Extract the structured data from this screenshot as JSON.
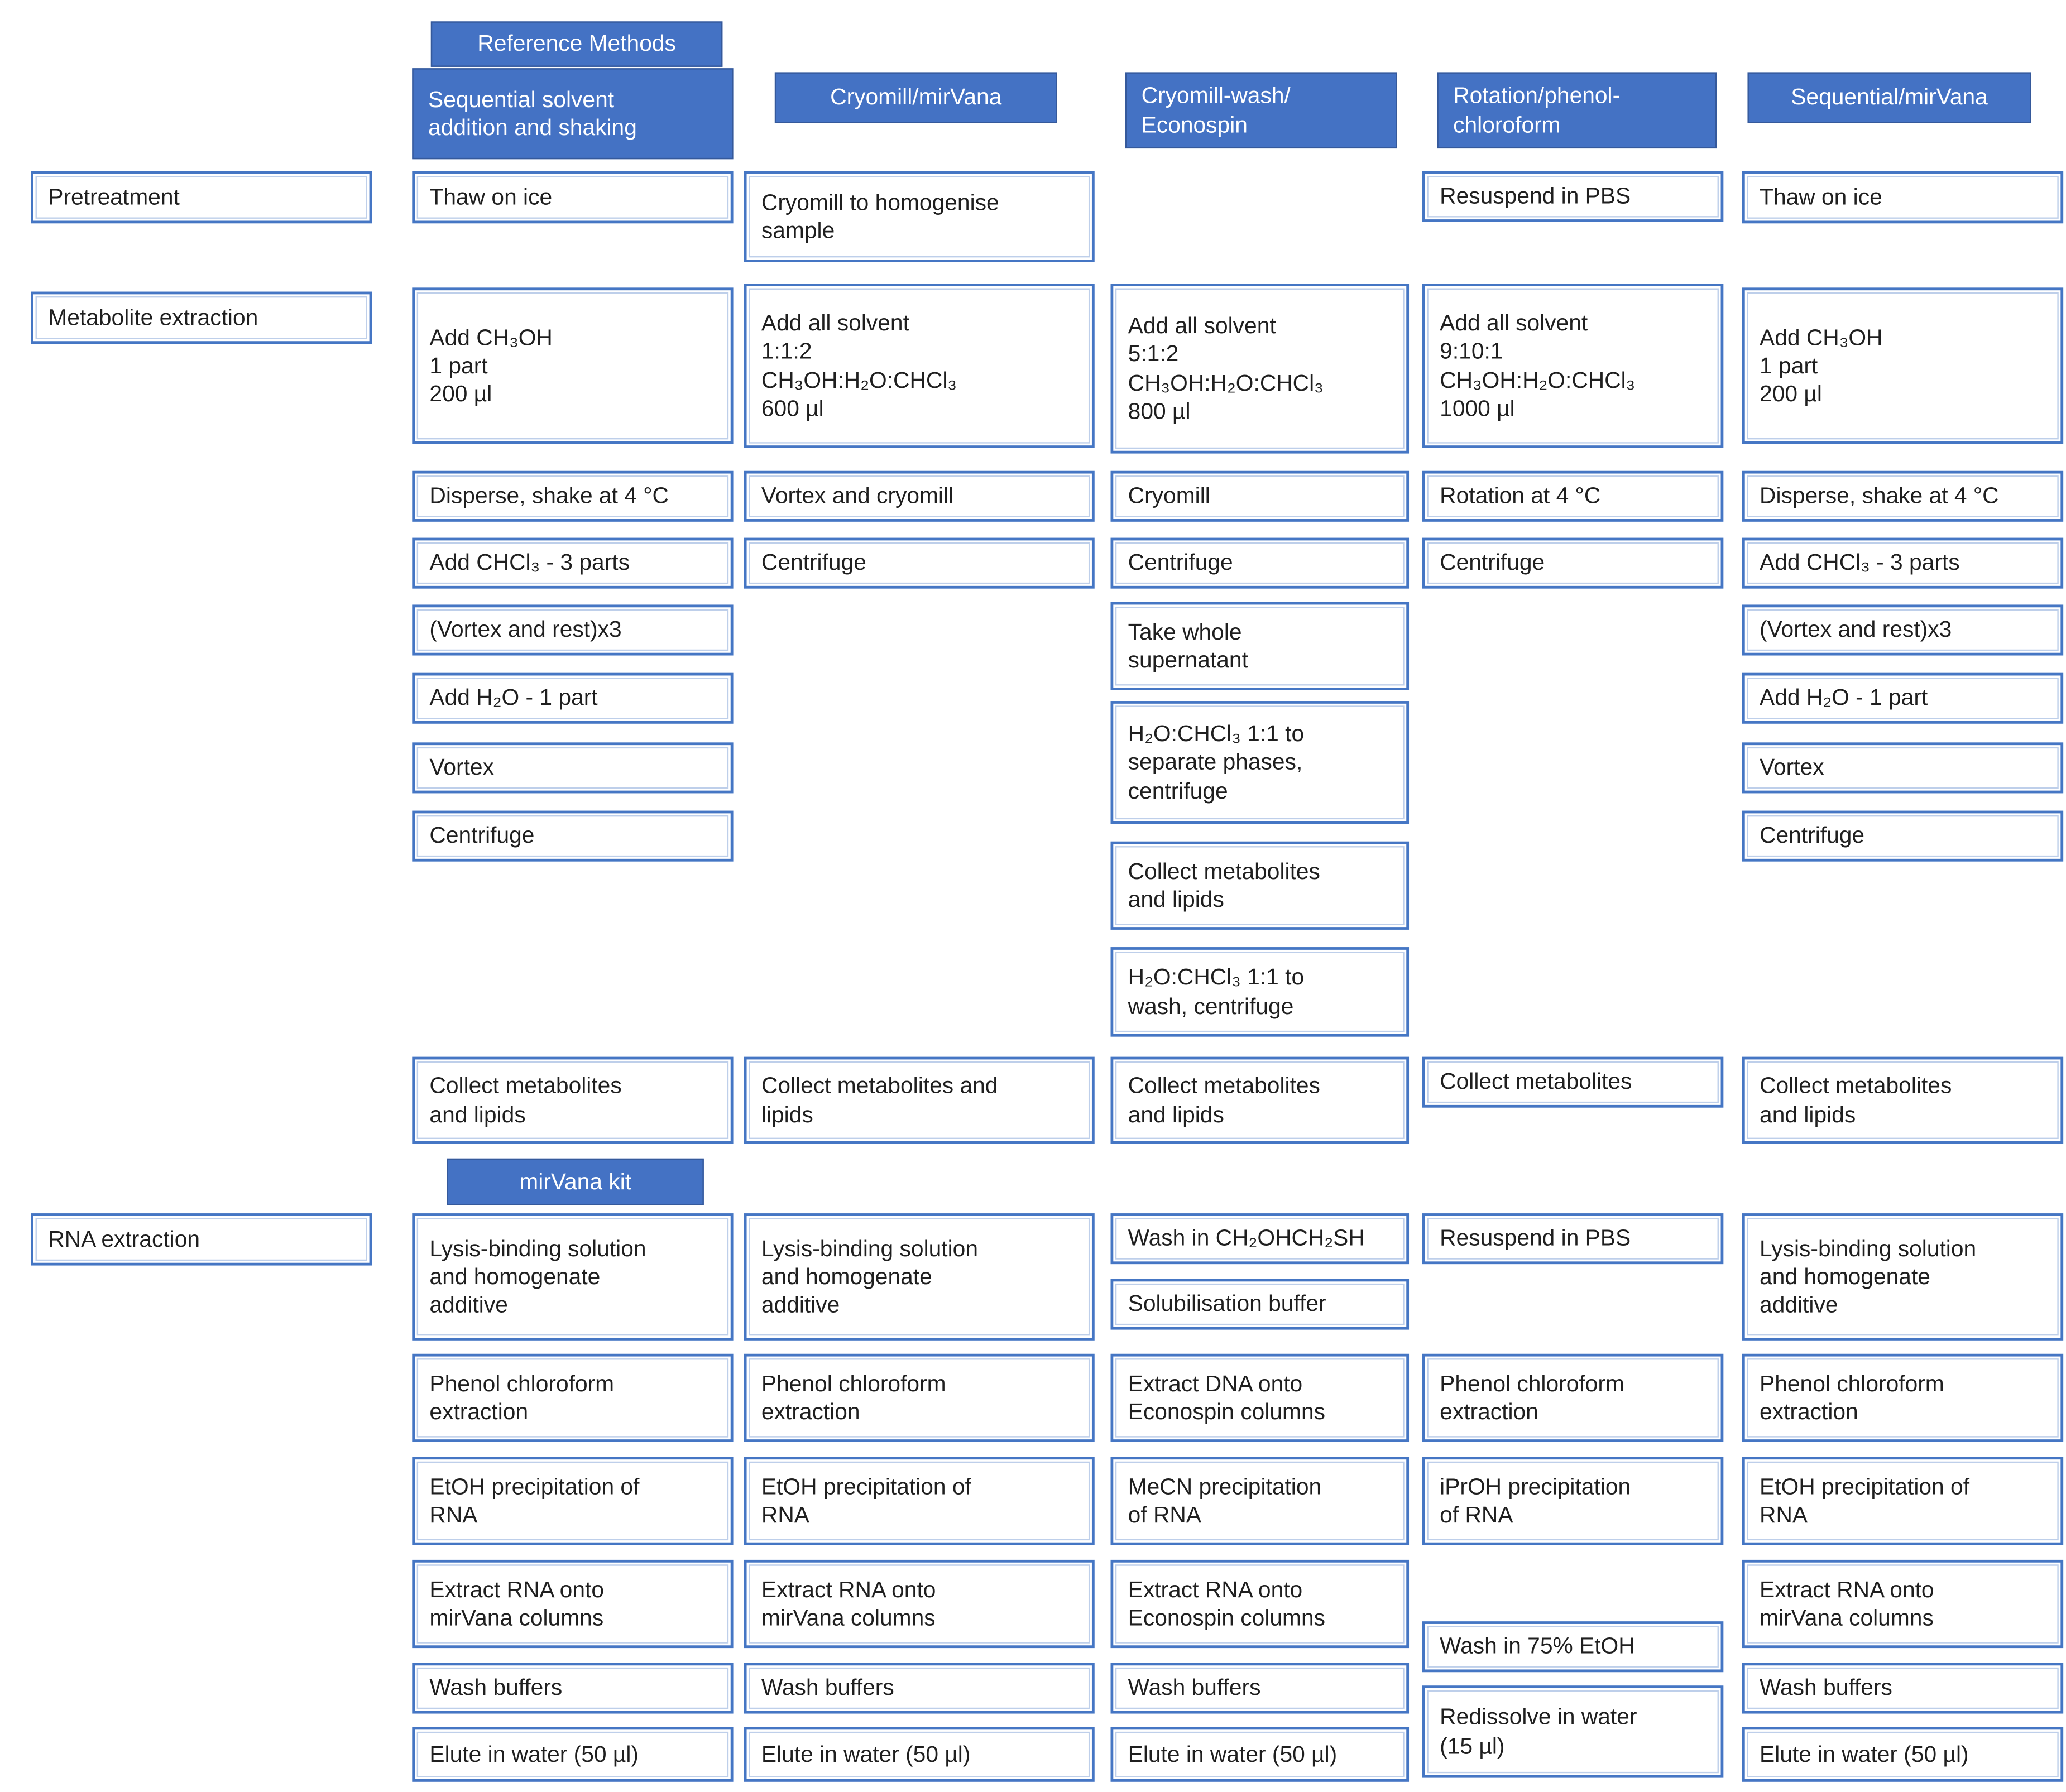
{
  "colors": {
    "background": "#FFFFFF",
    "header_fill": "#4472C4",
    "header_border": "#35599B",
    "header_text": "#FFFFFF",
    "box_border": "#4576C4",
    "box_text": "#1F1F1F"
  },
  "diagram": {
    "reference_methods": "Reference Methods",
    "mirvana_kit": "mirVana kit",
    "row_labels": {
      "pretreatment": "Pretreatment",
      "metabolite": "Metabolite extraction",
      "rna": "RNA extraction"
    },
    "columns": [
      {
        "header": "Sequential solvent\naddition and shaking",
        "pretreatment": "Thaw on ice",
        "metabolite": [
          "Add CH₃OH\n1 part\n200 µl",
          "Disperse, shake at 4 °C",
          "Add CHCl₃ - 3 parts",
          "(Vortex and rest)x3",
          "Add H₂O - 1 part",
          "Vortex",
          "Centrifuge"
        ],
        "collect": "Collect metabolites\nand lipids",
        "rna": [
          "Lysis-binding solution\nand homogenate\nadditive",
          "Phenol chloroform\nextraction",
          "EtOH precipitation of\nRNA",
          "Extract RNA onto\nmirVana columns",
          "Wash buffers",
          "Elute in water (50 µl)"
        ]
      },
      {
        "header": "Cryomill/mirVana",
        "pretreatment": "Cryomill to homogenise\nsample",
        "metabolite": [
          "Add all solvent\n1:1:2\nCH₃OH:H₂O:CHCl₃\n600 µl",
          "Vortex and cryomill",
          "Centrifuge"
        ],
        "collect": "Collect metabolites and\nlipids",
        "rna": [
          "Lysis-binding solution\nand homogenate\nadditive",
          "Phenol chloroform\nextraction",
          "EtOH precipitation of\nRNA",
          "Extract RNA onto\nmirVana columns",
          "Wash buffers",
          "Elute in water (50 µl)"
        ]
      },
      {
        "header": "Cryomill-wash/\nEconospin",
        "pretreatment": "",
        "metabolite": [
          "Add all solvent\n5:1:2\nCH₃OH:H₂O:CHCl₃\n800 µl",
          "Cryomill",
          "Centrifuge",
          "Take whole\nsupernatant",
          "H₂O:CHCl₃ 1:1 to\nseparate phases,\ncentrifuge",
          "Collect metabolites\nand lipids",
          "H₂O:CHCl₃ 1:1 to\nwash, centrifuge"
        ],
        "collect": "Collect metabolites\nand lipids",
        "rna": [
          "Wash in CH₂OHCH₂SH",
          "Solubilisation buffer",
          "Extract DNA onto\nEconospin columns",
          "MeCN precipitation\nof RNA",
          "Extract RNA onto\nEconospin columns",
          "Wash buffers",
          "Elute in water (50 µl)"
        ]
      },
      {
        "header": "Rotation/phenol-\nchloroform",
        "pretreatment": "Resuspend in PBS",
        "metabolite": [
          "Add all solvent\n9:10:1\nCH₃OH:H₂O:CHCl₃\n1000 µl",
          "Rotation at 4 °C",
          "Centrifuge"
        ],
        "collect": "Collect metabolites",
        "rna": [
          "Resuspend in PBS",
          "Phenol chloroform\nextraction",
          "iPrOH precipitation\nof RNA",
          "Wash in 75% EtOH",
          "Redissolve in water\n(15 µl)"
        ]
      },
      {
        "header": "Sequential/mirVana",
        "pretreatment": "Thaw on ice",
        "metabolite": [
          "Add CH₃OH\n1 part\n200 µl",
          "Disperse, shake at 4 °C",
          "Add CHCl₃ - 3 parts",
          "(Vortex and rest)x3",
          "Add H₂O - 1 part",
          "Vortex",
          "Centrifuge"
        ],
        "collect": "Collect metabolites\nand lipids",
        "rna": [
          "Lysis-binding solution\nand homogenate\nadditive",
          "Phenol chloroform\nextraction",
          "EtOH precipitation of\nRNA",
          "Extract RNA onto\nmirVana columns",
          "Wash buffers",
          "Elute in water (50 µl)"
        ]
      }
    ]
  }
}
